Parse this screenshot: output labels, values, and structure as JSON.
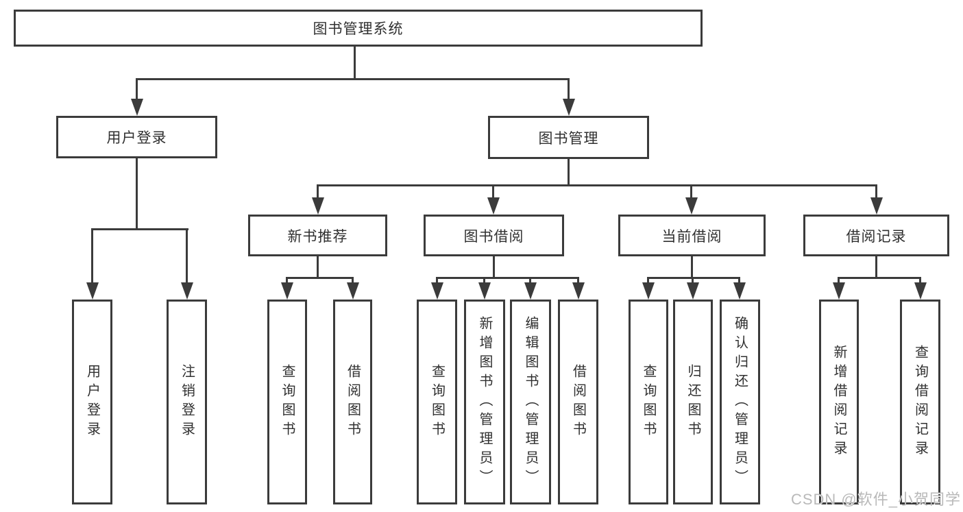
{
  "diagram": {
    "root": "图书管理系统",
    "level2": [
      "用户登录",
      "图书管理"
    ],
    "level3": [
      "新书推荐",
      "图书借阅",
      "当前借阅",
      "借阅记录"
    ],
    "leaves_user_login": [
      "用户登录",
      "注销登录"
    ],
    "leaves_new_books": [
      "查询图书",
      "借阅图书"
    ],
    "leaves_book_borrow": [
      "查询图书",
      "新增图书（管理员）",
      "编辑图书（管理员）",
      "借阅图书"
    ],
    "leaves_current_borrow": [
      "查询图书",
      "归还图书",
      "确认归还（管理员）"
    ],
    "leaves_borrow_records": [
      "新增借阅记录",
      "查询借阅记录"
    ]
  },
  "watermark": "CSDN @软件_小贺同学",
  "colors": {
    "line": "#3b3b3b",
    "text": "#303030",
    "watermark": "#b9b9b9"
  }
}
